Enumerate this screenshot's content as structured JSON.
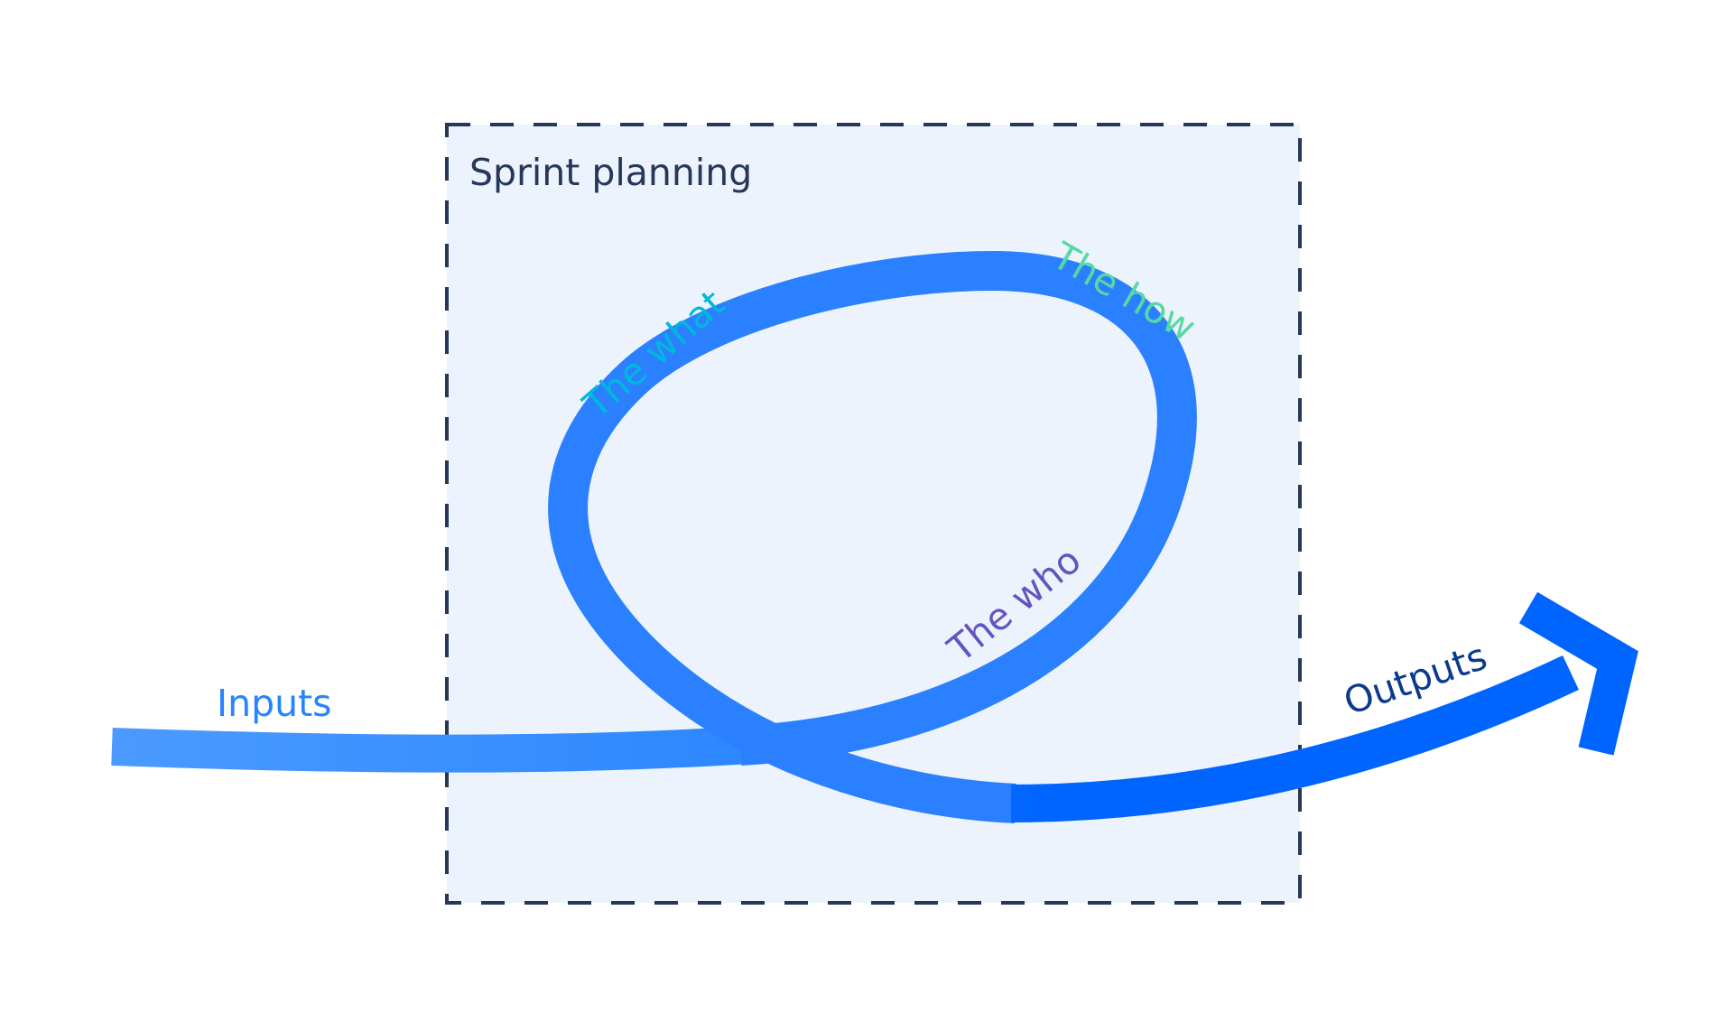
{
  "diagram": {
    "title": "Sprint planning",
    "labels": {
      "inputs": "Inputs",
      "outputs": "Outputs",
      "the_what": "The what",
      "the_how": "The how",
      "the_who": "The who"
    }
  },
  "colors": {
    "box_fill": "#ecf3fd",
    "box_border": "#253858",
    "title": "#253858",
    "inputs_label": "#2684ff",
    "outputs_label": "#0b3a8c",
    "the_what": "#00b8d9",
    "the_how": "#57d9a3",
    "the_who": "#6554c0",
    "stream_start": "#4c9aff",
    "stream_mid": "#2684ff",
    "stream_end": "#0065ff"
  }
}
